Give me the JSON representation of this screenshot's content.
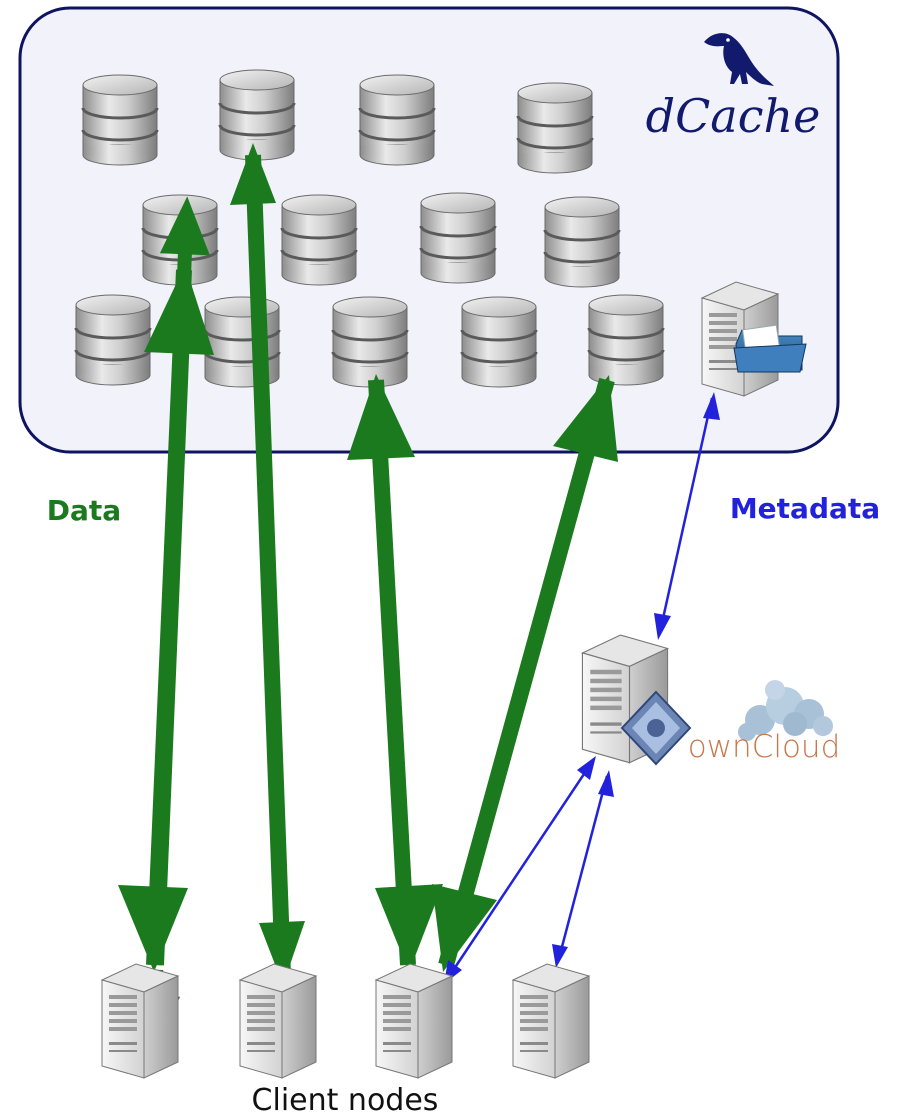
{
  "brand": {
    "dcache": "dCache",
    "owncloud": "ownCloud"
  },
  "labels": {
    "data": "Data",
    "metadata": "Metadata",
    "clients": "Client nodes"
  },
  "colors": {
    "data_arrow": "#1b7a1e",
    "metadata_arrow": "#2222dd",
    "cluster_fill": "#f2f2fb",
    "cluster_border": "#0f1460",
    "dcache_brand": "#121a6e",
    "owncloud_text": "#c8784b",
    "owncloud_cloud": "#a9c1d7"
  },
  "icons": {
    "storage_disk": "database-cylinder-icon",
    "metadata_server": "server-with-folder-icon",
    "owncloud_server": "server-with-owncloud-icon",
    "client_node": "server-tower-icon",
    "dcache_logo": "bird-icon",
    "owncloud_logo": "cloud-icon"
  }
}
